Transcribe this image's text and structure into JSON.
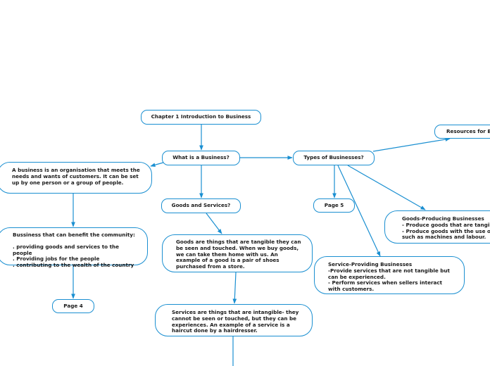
{
  "colors": {
    "edge": "#1a8fd1",
    "node_border": "#1a8fd1",
    "text": "#1a1a1a"
  },
  "nodes": {
    "chapter": "Chapter 1 Introduction to Business",
    "what_is_business": "What is a Business?",
    "business_def": "A business is an organisation that meets the needs and wants of customers. It can be set up by one person or a group of people.",
    "benefit_title": "Bussiness that can benefit the community:",
    "benefit_points": ". providing goods and services to the people\n. Providing jobs for the people\n. contributing to the wealth of the country",
    "page4": "Page 4",
    "goods_services": "Goods and Services?",
    "goods_def": "Goods are things that are tangible they can be seen and touched. When we buy goods, we can take them home with us. An example of a good is a pair of shoes purchased from a store.",
    "services_def": "Services are things that are intangible- they cannot be seen or touched, but they can be experiences. An example of a service is a haircut done by a hairdresser.",
    "types": "Types of Businesses?",
    "page5": "Page 5",
    "resources": "Resources for Bu",
    "goods_producing": "Goods-Producing Businesses\n- Produce goods that are tangib\n- Produce goods with the use of\nsuch as machines and labour.",
    "service_providing": "Service-Providing Businesses\n-Provide services that are not tangible but can be experienced.\n- Perform services when sellers interact with customers."
  }
}
